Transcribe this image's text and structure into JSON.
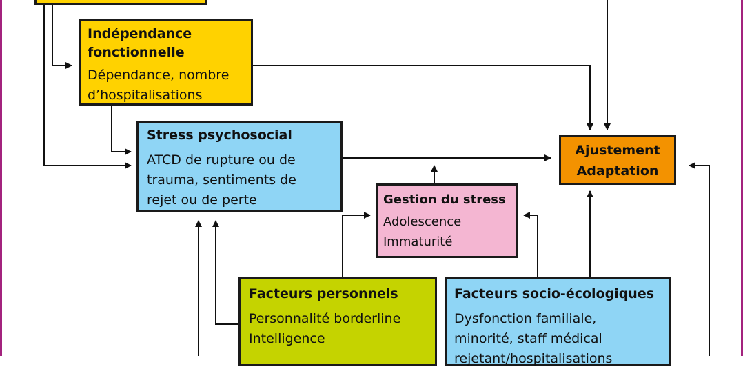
{
  "diagram": {
    "colors": {
      "yellow": "#ffd200",
      "blue": "#8fd5f5",
      "pink": "#f4b6d2",
      "olive": "#c5d300",
      "orange": "#f39200",
      "frame": "#a3237e"
    },
    "boxes": {
      "independance": {
        "title_line1": "Indépendance",
        "title_line2": "fonctionnelle",
        "body_line1": "Dépendance, nombre",
        "body_line2": "d’hospitalisations"
      },
      "stress": {
        "title": "Stress psychosocial",
        "body_line1": "ATCD de rupture ou de",
        "body_line2": "trauma, sentiments de",
        "body_line3": "rejet ou de perte"
      },
      "gestion": {
        "title": "Gestion du stress",
        "body_line1": "Adolescence",
        "body_line2": "Immaturité"
      },
      "ajustement": {
        "title_line1": "Ajustement",
        "title_line2": "Adaptation"
      },
      "personnels": {
        "title": "Facteurs personnels",
        "body_line1": "Personnalité borderline",
        "body_line2": "Intelligence"
      },
      "socio": {
        "title": "Facteurs socio-écologiques",
        "body_line1": "Dysfonction familiale,",
        "body_line2": "minorité, staff médical",
        "body_line3": "rejetant/hospitalisations"
      }
    }
  }
}
